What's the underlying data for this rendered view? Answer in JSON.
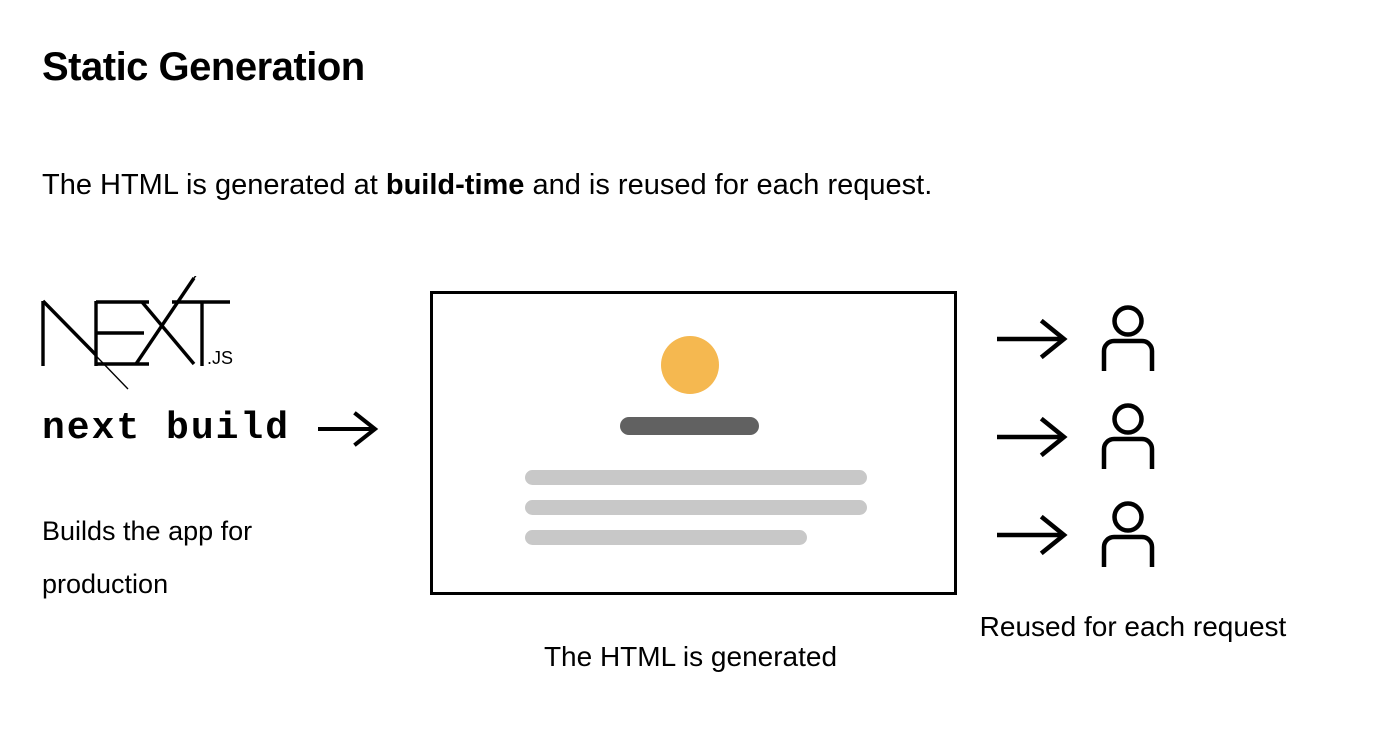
{
  "page": {
    "title": "Static Generation",
    "subtitle": {
      "before": "The HTML is generated at ",
      "emphasis": "build-time",
      "after": " and is reused for each request."
    }
  },
  "build_stage": {
    "logo_main": "NEXT",
    "logo_suffix": ".JS",
    "command": "next build",
    "arrow_icon": "right-arrow-icon",
    "caption": "Builds the app for production"
  },
  "output_stage": {
    "caption": "The HTML is generated",
    "mock": {
      "avatar_icon": "circle-placeholder",
      "heading_placeholder": "heading-bar",
      "text_placeholders": [
        "text-line-1",
        "text-line-2",
        "text-line-3"
      ]
    }
  },
  "request_stage": {
    "caption": "Reused for each request",
    "rows": [
      {
        "arrow_icon": "right-arrow-icon",
        "person_icon": "person-icon"
      },
      {
        "arrow_icon": "right-arrow-icon",
        "person_icon": "person-icon"
      },
      {
        "arrow_icon": "right-arrow-icon",
        "person_icon": "person-icon"
      }
    ]
  },
  "colors": {
    "accent_orange": "#f5b850",
    "heading_bar_gray": "#616161",
    "text_bar_gray": "#c8c8c8",
    "stroke_black": "#000000",
    "background": "#ffffff"
  }
}
